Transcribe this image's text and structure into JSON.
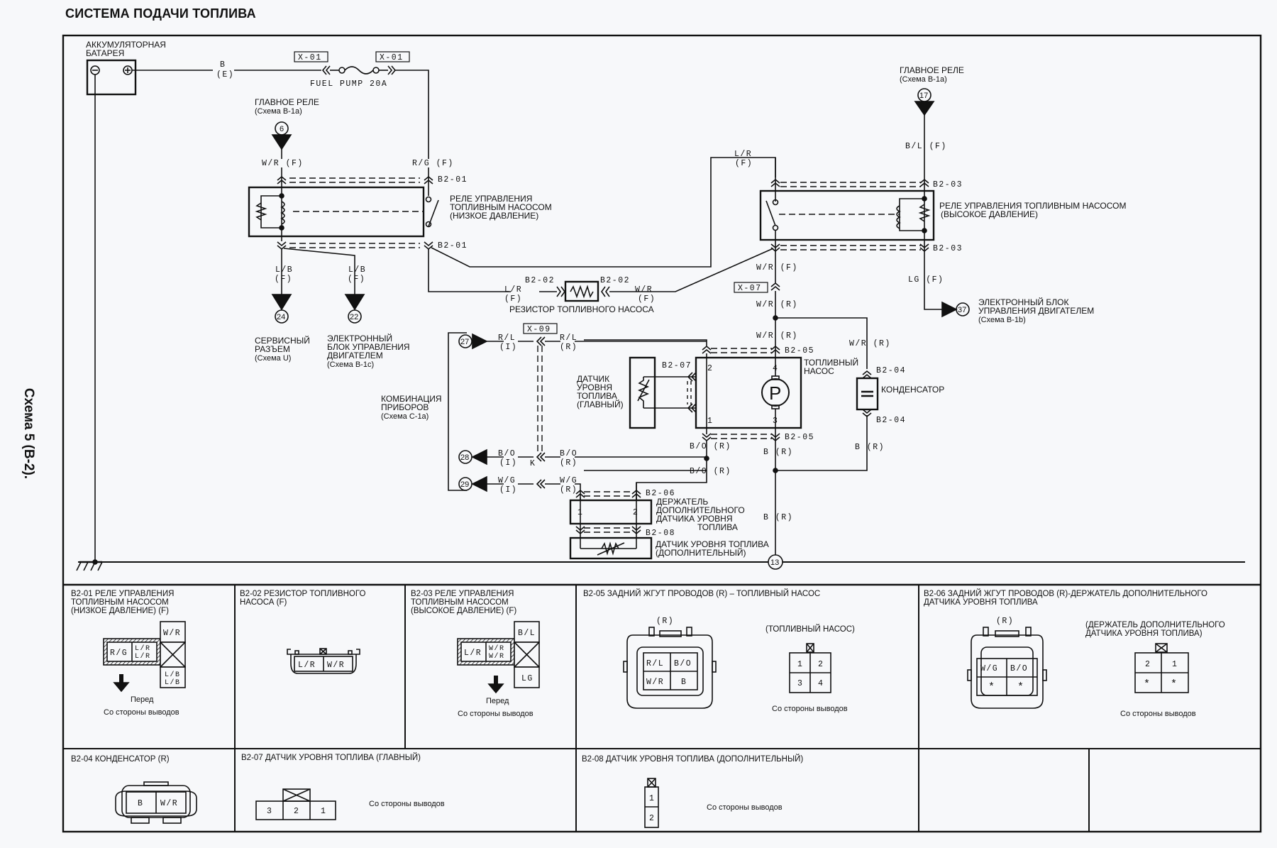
{
  "page_title": "СИСТЕМА ПОДАЧИ ТОПЛИВА",
  "side_label": "Схема 5 (B-2).",
  "components": {
    "battery": {
      "label_line1": "АККУМУЛЯТОРНАЯ",
      "label_line2": "БАТАРЕЯ",
      "minus": "⊖",
      "plus": "⊕"
    },
    "battery_wire": {
      "color": "B",
      "harness": "(E)"
    },
    "fuse": {
      "connector_left": "X-01",
      "connector_right": "X-01",
      "name": "FUEL  PUMP  20A"
    },
    "main_relay_left": {
      "line1": "ГЛАВНОЕ РЕЛЕ",
      "line2": "(Схема B-1a)",
      "terminal": "6"
    },
    "main_relay_right": {
      "line1": "ГЛАВНОЕ РЕЛЕ",
      "line2": "(Схема B-1a)",
      "terminal": "17"
    },
    "relay_low": {
      "line1": "РЕЛЕ УПРАВЛЕНИЯ",
      "line2": "ТОПЛИВНЫМ НАСОСОМ",
      "line3": "(НИЗКОЕ ДАВЛЕНИЕ)",
      "connector": "B2-01"
    },
    "relay_high": {
      "line1": "РЕЛЕ УПРАВЛЕНИЯ ТОПЛИВНЫМ НАСОСОМ",
      "line2": "(ВЫСОКОЕ ДАВЛЕНИЕ)",
      "connector": "B2-03"
    },
    "resistor": {
      "label": "РЕЗИСТОР ТОПЛИВНОГО НАСОСА",
      "connector": "B2-02"
    },
    "service_connector": {
      "terminal": "24",
      "line1": "СЕРВИСНЫЙ",
      "line2": "РАЗЪЕМ",
      "line3": "(Схема U)"
    },
    "ecu_left": {
      "terminal": "22",
      "line1": "ЭЛЕКТРОННЫЙ",
      "line2": "БЛОК УПРАВЛЕНИЯ",
      "line3": "ДВИГАТЕЛЕМ",
      "line4": "(Схема B-1c)"
    },
    "ecu_right": {
      "terminal": "37",
      "line1": "ЭЛЕКТРОННЫЙ БЛОК",
      "line2": "УПРАВЛЕНИЯ ДВИГАТЕЛЕМ",
      "line3": "(Схема B-1b)"
    },
    "instrument_cluster": {
      "line1": "КОМБИНАЦИЯ",
      "line2": "ПРИБОРОВ",
      "line3": "(Схема C-1a)",
      "terminals": [
        "27",
        "28",
        "29"
      ]
    },
    "fuel_pump": {
      "line1": "ТОПЛИВНЫЙ",
      "line2": "НАСОС",
      "symbol": "P",
      "connector": "B2-05",
      "pin_top": "4",
      "pin_bottom": "3",
      "pin_left_top": "2",
      "pin_left_bottom": "1"
    },
    "condenser": {
      "label": "КОНДЕНСАТОР",
      "connector": "B2-04"
    },
    "level_sensor_main": {
      "line1": "ДАТЧИК",
      "line2": "УРОВНЯ",
      "line3": "ТОПЛИВА",
      "line4": "(ГЛАВНЫЙ)",
      "connector": "B2-07"
    },
    "sub_sensor_holder": {
      "line1": "ДЕРЖАТЕЛЬ",
      "line2": "ДОПОЛНИТЕЛЬНОГО",
      "line3": "ДАТЧИКА УРОВНЯ",
      "line4": "ТОПЛИВА",
      "connector": "B2-06",
      "pin1": "1",
      "pin2": "2"
    },
    "level_sensor_sub": {
      "line1": "ДАТЧИК УРОВНЯ ТОПЛИВА",
      "line2": "(ДОПОЛНИТЕЛЬНЫЙ)",
      "connector": "B2-08"
    },
    "ground_point": {
      "terminal": "13"
    },
    "connector_x07": "X-07",
    "connector_x09": "X-09",
    "x09_k": "K"
  },
  "wires": {
    "wr_f": "W/R (F)",
    "rg_f": "R/G (F)",
    "lb": "L/B",
    "f": "(F)",
    "lr": "L/R",
    "wr": "W/R",
    "bl_f": "B/L (F)",
    "lg_f": "LG (F)",
    "wr_r": "W/R (R)",
    "bo_r": "B/O (R)",
    "b_r": "B (R)",
    "rl": "R/L",
    "bo": "B/O",
    "wg": "W/G",
    "i": "(I)",
    "r": "(R)"
  },
  "connector_views": {
    "b2_01": {
      "title1": "B2-01 РЕЛЕ УПРАВЛЕНИЯ",
      "title2": "ТОПЛИВНЫМ НАСОСОМ",
      "title3": "(НИЗКОЕ ДАВЛЕНИЕ) (F)",
      "pins": [
        "R/G",
        "L/R",
        "L/R",
        "W/R",
        "L/B",
        "L/B"
      ],
      "front": "Перед",
      "side": "Со стороны выводов"
    },
    "b2_02": {
      "title1": "B2-02 РЕЗИСТОР ТОПЛИВНОГО",
      "title2": "НАСОСА (F)",
      "pins": [
        "L/R",
        "W/R"
      ]
    },
    "b2_03": {
      "title1": "B2-03 РЕЛЕ УПРАВЛЕНИЯ",
      "title2": "ТОПЛИВНЫМ НАСОСОМ",
      "title3": "(ВЫСОКОЕ ДАВЛЕНИЕ) (F)",
      "pins": [
        "L/R",
        "W/R",
        "W/R",
        "B/L",
        "LG"
      ],
      "front": "Перед",
      "side": "Со стороны выводов"
    },
    "b2_05": {
      "title": "B2-05 ЗАДНИЙ ЖГУТ ПРОВОДОВ (R) – ТОПЛИВНЫЙ НАСОС",
      "harness": "(R)",
      "pins": [
        "R/L",
        "B/O",
        "W/R",
        "B"
      ],
      "pump_title": "(ТОПЛИВНЫЙ НАСОС)",
      "pump_pins": [
        "1",
        "2",
        "3",
        "4"
      ],
      "side": "Со стороны выводов"
    },
    "b2_06": {
      "title1": "B2-06 ЗАДНИЙ ЖГУТ ПРОВОДОВ (R)-ДЕРЖАТЕЛЬ ДОПОЛНИТЕЛЬНОГО",
      "title2": "ДАТЧИКА УРОВНЯ ТОПЛИВА",
      "harness": "(R)",
      "pins": [
        "W/G",
        "B/O",
        "*",
        "*"
      ],
      "holder_title1": "(ДЕРЖАТЕЛЬ ДОПОЛНИТЕЛЬНОГО",
      "holder_title2": "ДАТЧИКА УРОВНЯ ТОПЛИВА)",
      "holder_pins": [
        "2",
        "1",
        "*",
        "*"
      ],
      "side": "Со стороны выводов"
    },
    "b2_04": {
      "title": "B2-04 КОНДЕНСАТОР (R)",
      "pins": [
        "B",
        "W/R"
      ]
    },
    "b2_07": {
      "title": "B2-07 ДАТЧИК УРОВНЯ ТОПЛИВА (ГЛАВНЫЙ)",
      "pins": [
        "3",
        "2",
        "1"
      ],
      "side": "Со стороны выводов"
    },
    "b2_08": {
      "title": "B2-08 ДАТЧИК УРОВНЯ ТОПЛИВА (ДОПОЛНИТЕЛЬНЫЙ)",
      "pins": [
        "1",
        "2"
      ],
      "side": "Со стороны выводов"
    }
  }
}
